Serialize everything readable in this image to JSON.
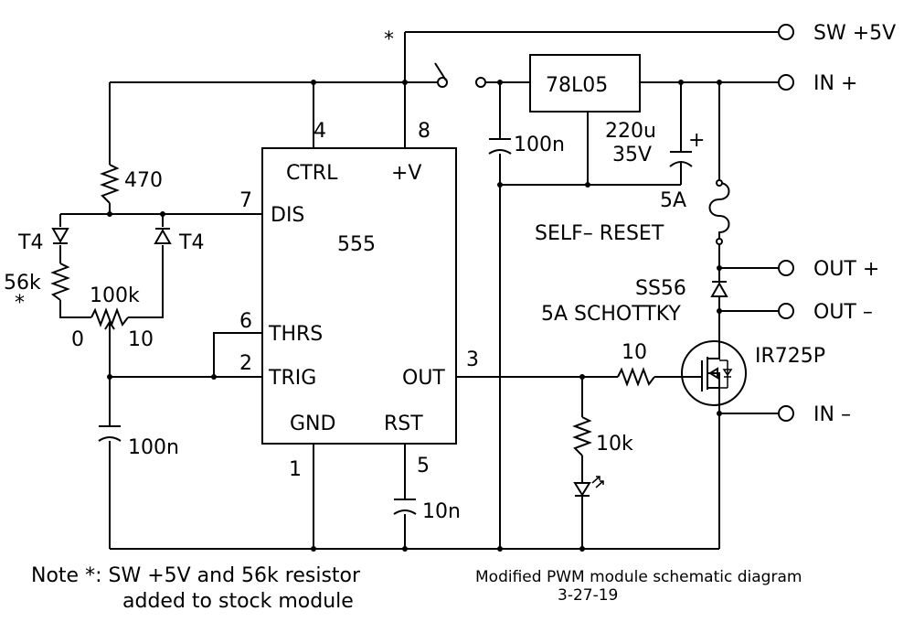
{
  "terminals": {
    "sw5v": "SW +5V",
    "in_plus": "IN +",
    "out_plus": "OUT +",
    "out_minus": "OUT –",
    "in_minus": "IN –"
  },
  "ic": {
    "name": "555",
    "pins": {
      "ctrl": "CTRL",
      "vcc": "+V",
      "dis": "DIS",
      "thrs": "THRS",
      "trig": "TRIG",
      "out": "OUT",
      "gnd": "GND",
      "rst": "RST"
    },
    "pin_numbers": {
      "ctrl": "4",
      "vcc": "8",
      "dis": "7",
      "thrs": "6",
      "trig": "2",
      "out": "3",
      "gnd": "1",
      "rst": "5"
    }
  },
  "components": {
    "regulator": "78L05",
    "cap_reg_in": "100n",
    "cap_bulk_value": "220u",
    "cap_bulk_voltage": "35V",
    "cap_bulk_polarity": "+",
    "fuse_rating": "5A",
    "fuse_type": "SELF– RESET",
    "diode_part": "SS56",
    "diode_type": "5A SCHOTTKY",
    "mosfet": "IR725P",
    "gate_resistor": "10",
    "led_resistor": "10k",
    "r_top": "470",
    "diode_left": "T4",
    "diode_right": "T4",
    "r_56k": "56k",
    "asterisk_56k": "*",
    "pot": "100k",
    "pot_min": "0",
    "pot_max": "10",
    "timing_cap": "100n",
    "ctrl_cap": "10n",
    "asterisk_sw": "*"
  },
  "notes": {
    "line1": "Note *: SW +5V and 56k resistor",
    "line2": "added to stock module",
    "caption": "Modified PWM module schematic diagram",
    "date": "3-27-19"
  }
}
